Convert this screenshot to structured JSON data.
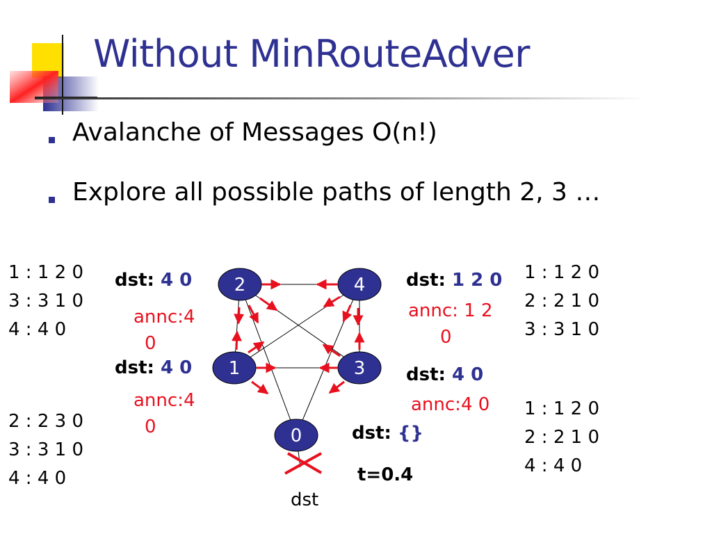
{
  "slide": {
    "title": "Without MinRouteAdver",
    "bullets": [
      "Avalanche of Messages O(n!)",
      "Explore all possible paths of length 2, 3 …"
    ]
  },
  "tables": {
    "left_top": [
      "1 : 1 2 0",
      "3 : 3 1 0",
      "4 : 4 0"
    ],
    "left_bottom": [
      "2 : 2 3 0",
      "3 : 3 1 0",
      "4 : 4 0"
    ],
    "right_top": [
      "1 : 1 2 0",
      "2 : 2 1 0",
      "3 : 3 1 0"
    ],
    "right_bottom": [
      "1 : 1 2 0",
      "2 : 2 1 0",
      "4 : 4 0"
    ]
  },
  "labels": {
    "node2": {
      "dst_key": "dst:",
      "dst_val": "4 0",
      "annc_1": "annc:4",
      "annc_2": "0"
    },
    "node1": {
      "dst_key": "dst:",
      "dst_val": "4 0",
      "annc_1": "annc:4",
      "annc_2": "0"
    },
    "node4": {
      "dst_key": "dst:",
      "dst_val": "1 2 0",
      "annc_1": "annc: 1 2",
      "annc_2": "0"
    },
    "node3": {
      "dst_key": "dst:",
      "dst_val": "4 0",
      "annc_1": "annc:4 0"
    },
    "node0": {
      "dst_key": "dst:",
      "dst_val": "{}"
    },
    "time": "t=0.4",
    "dst_marker": "dst"
  },
  "graph": {
    "nodes": [
      "2",
      "4",
      "1",
      "3",
      "0"
    ],
    "node_color": "#2e3192",
    "arrow_color": "#e8101e"
  }
}
